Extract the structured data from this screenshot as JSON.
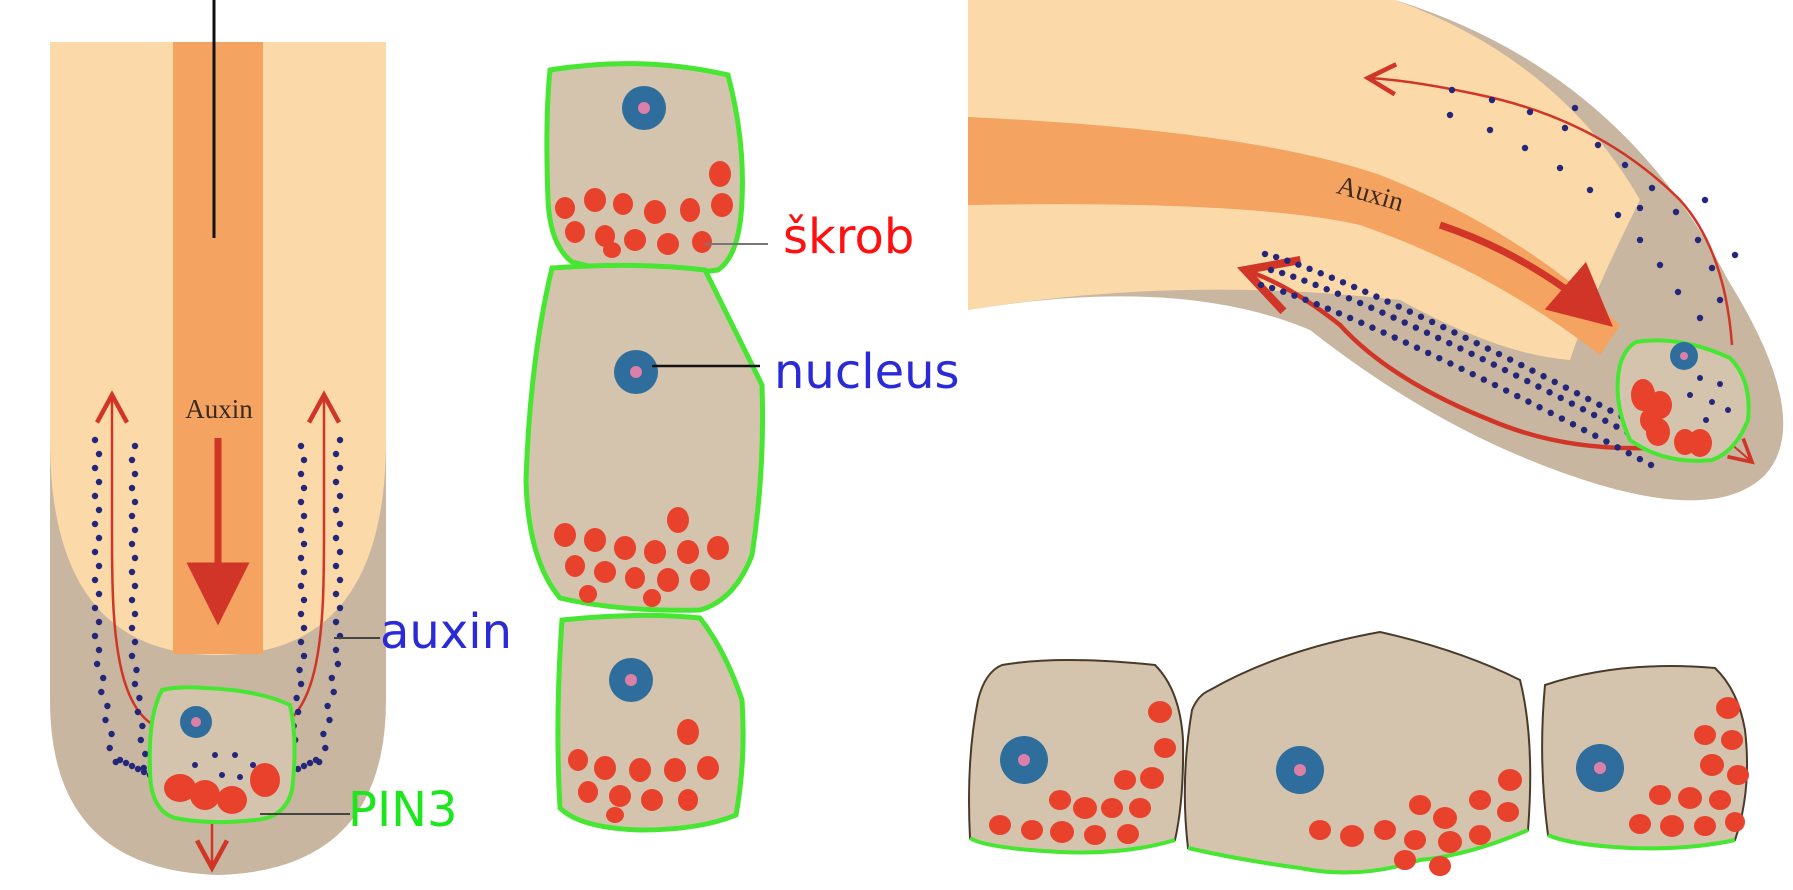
{
  "colors": {
    "cortex": "#fbd9a9",
    "stele": "#f4a361",
    "cap": "#c8b6a0",
    "cell_fill": "#d5c4ad",
    "cell_border": "#47e632",
    "starch": "#e8412c",
    "nucleus": "#2f6e9c",
    "nucleolus": "#dc80a8",
    "dots": "#232679",
    "flow": "#d03527",
    "label_red": "#ff1010",
    "label_blue": "#2a2ad8",
    "label_green": "#1ee61e"
  },
  "root_vertical": {
    "auxin_text": "Auxin"
  },
  "root_bent": {
    "auxin_text": "Auxin"
  },
  "labels": {
    "skrob": "škrob",
    "nucleus": "nucleus",
    "auxin": "auxin",
    "pin3": "PIN3"
  }
}
